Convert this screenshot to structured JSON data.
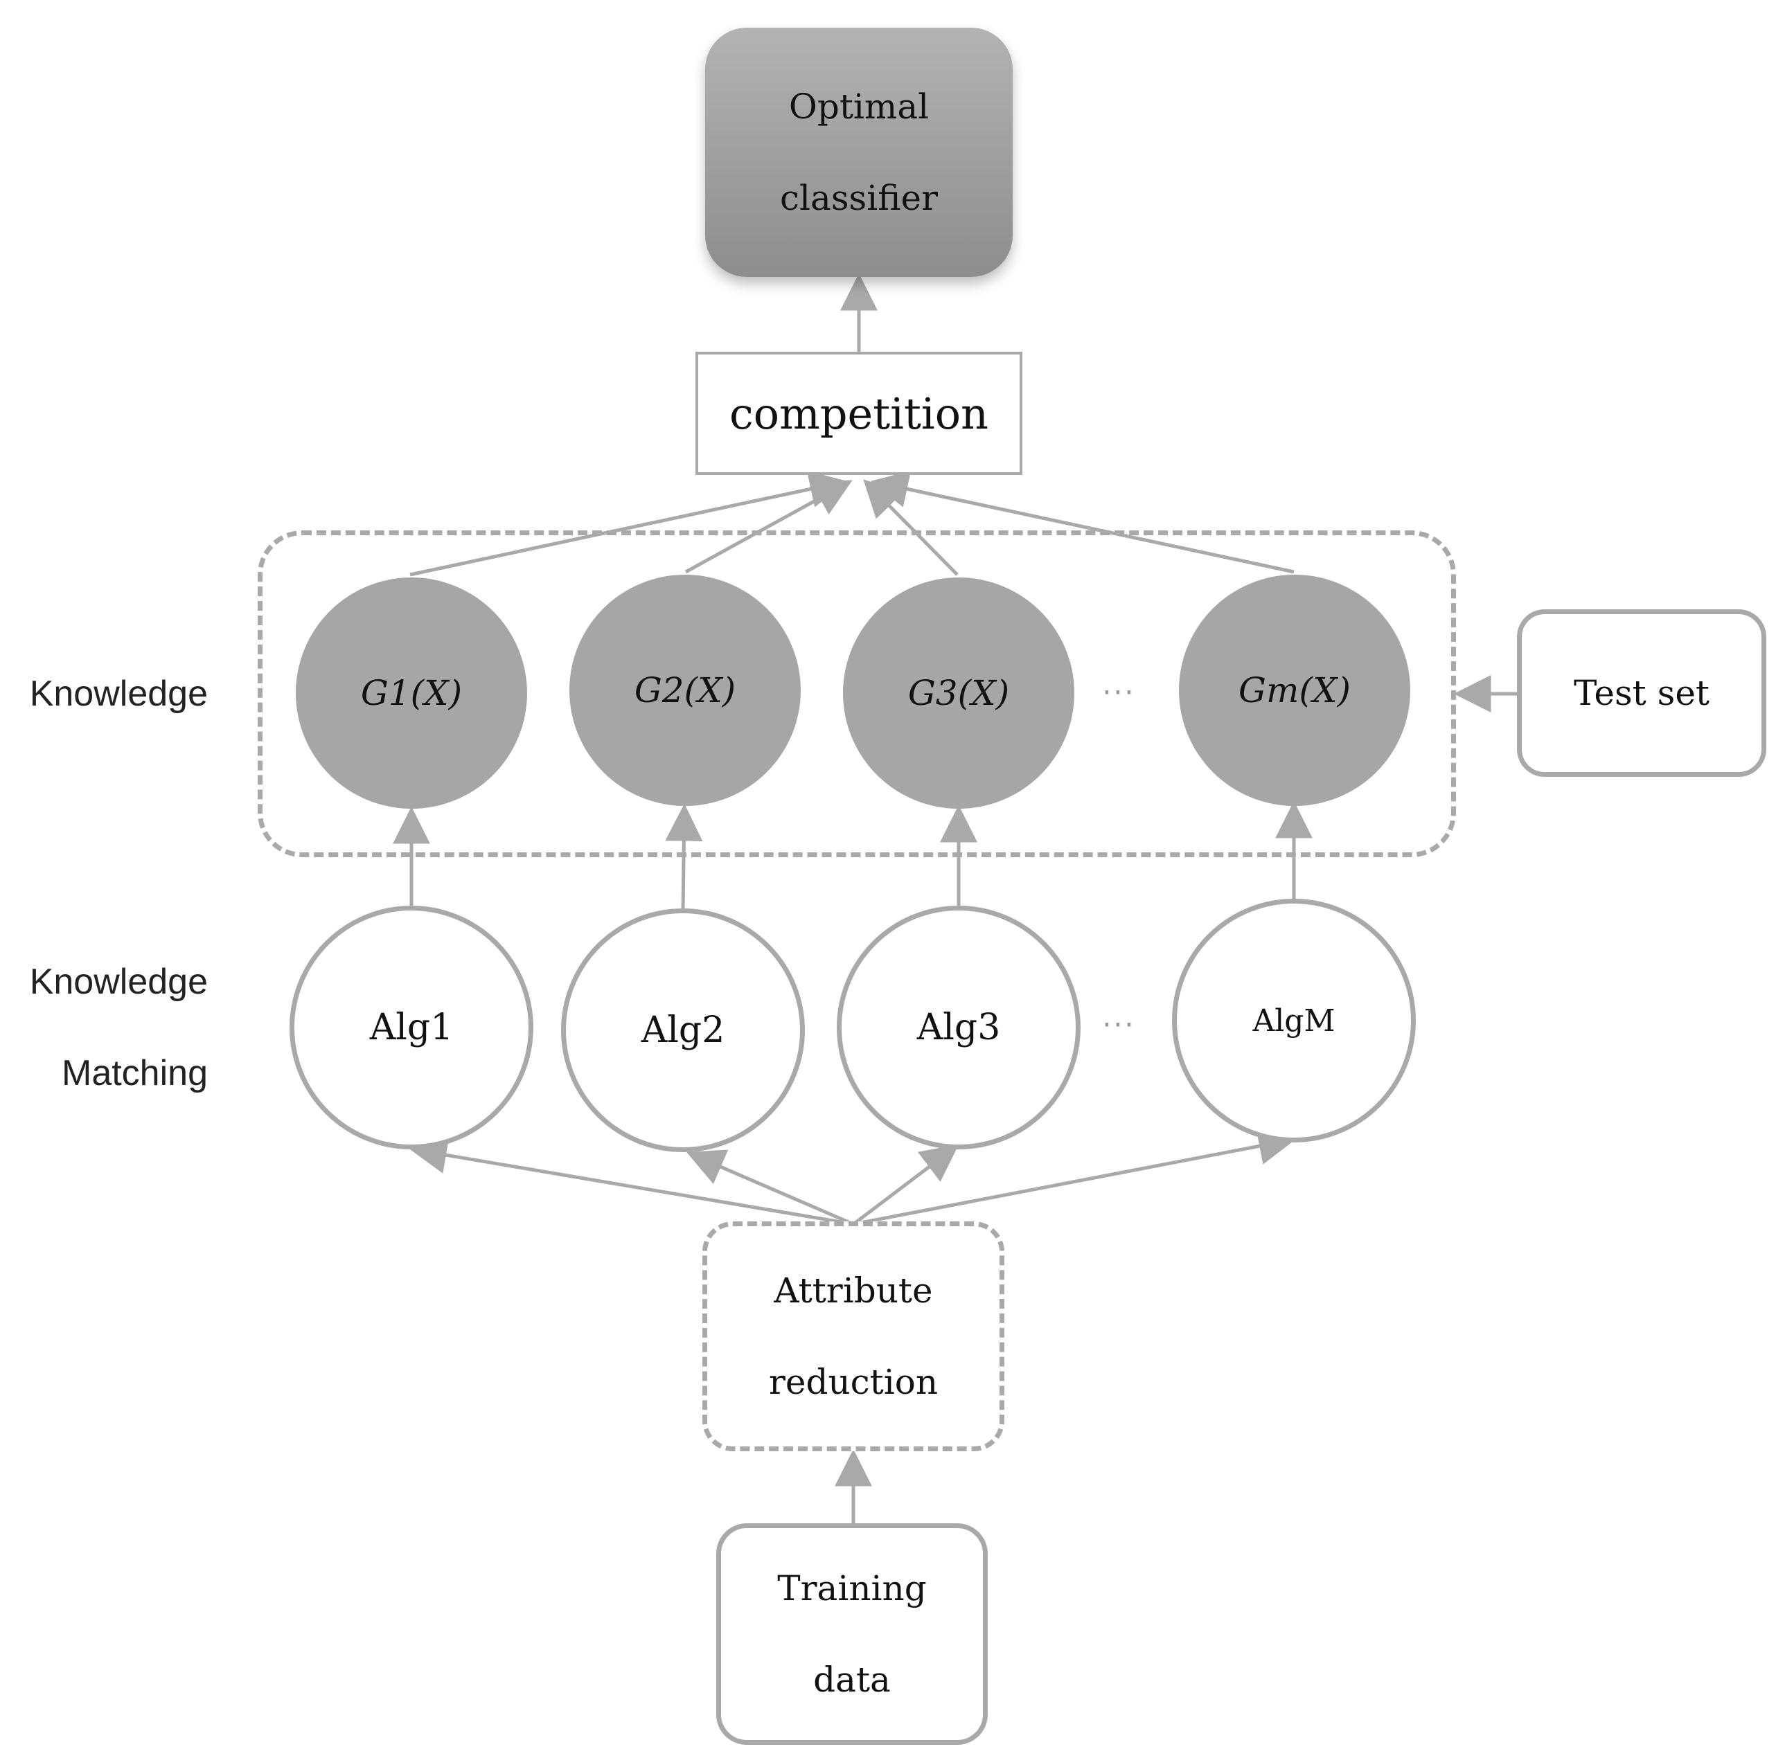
{
  "top": {
    "line1": "Optimal",
    "line2": "classifier"
  },
  "competition": "competition",
  "knowledge": {
    "label": "Knowledge",
    "nodes": [
      "G1(X)",
      "G2(X)",
      "G3(X)",
      "Gm(X)"
    ],
    "ellipsis": "···"
  },
  "matching": {
    "label_line1": "Knowledge",
    "label_line2": "Matching",
    "nodes": [
      "Alg1",
      "Alg2",
      "Alg3",
      "AlgM"
    ],
    "ellipsis": "···"
  },
  "test_set": "Test set",
  "attribute_reduction": {
    "line1": "Attribute",
    "line2": "reduction"
  },
  "training_data": {
    "line1": "Training",
    "line2": "data"
  },
  "colors": {
    "line": "#a9a9a9",
    "node_fill": "#a6a6a6"
  }
}
